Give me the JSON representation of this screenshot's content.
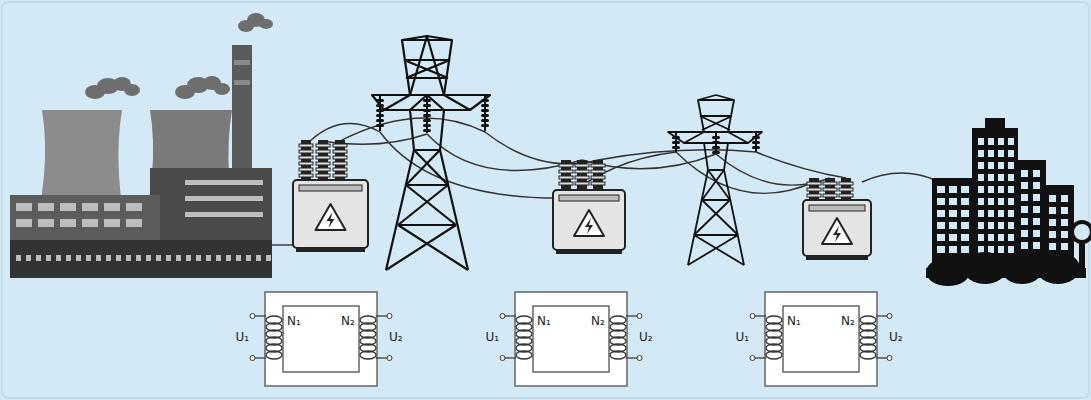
{
  "diagram": {
    "labels": [
      "U₁",
      "N₁",
      "N₂",
      "U₂",
      "U₁",
      "N₁",
      "N₂",
      "U₂",
      "U₁",
      "N₁",
      "N₂",
      "U₂"
    ]
  }
}
